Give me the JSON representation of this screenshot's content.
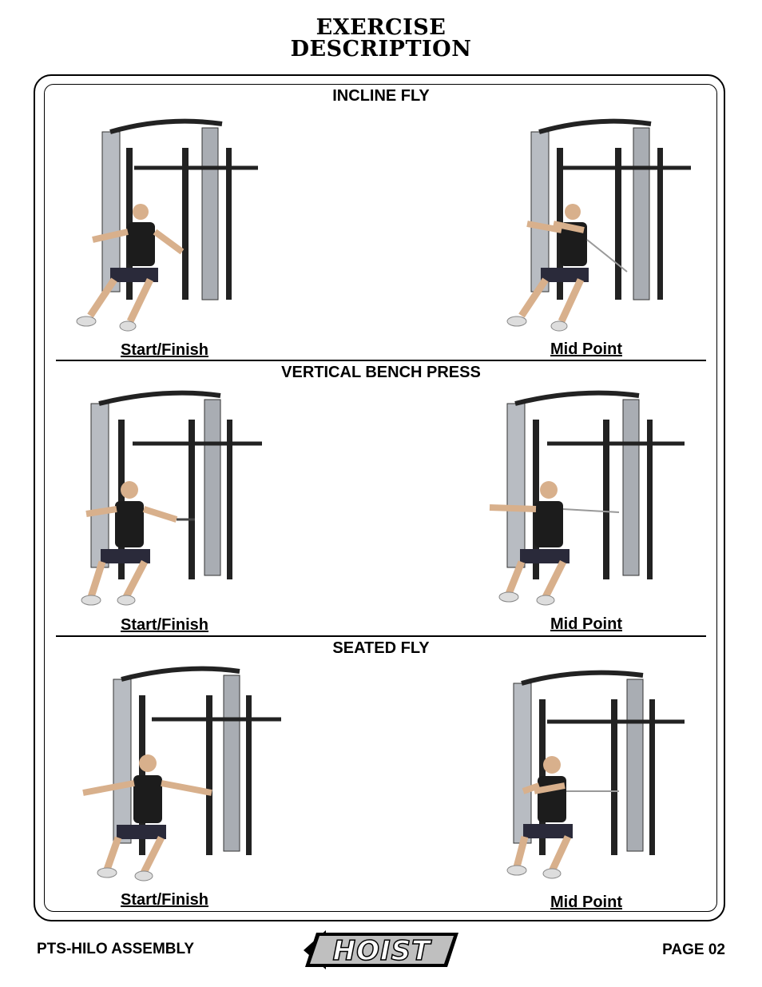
{
  "header": {
    "title_line1": "EXERCISE",
    "title_line2": "DESCRIPTION"
  },
  "sections": [
    {
      "title": "INCLINE FLY",
      "start_caption": "Start/Finish",
      "mid_caption": "Mid Point"
    },
    {
      "title": "VERTICAL BENCH PRESS",
      "start_caption": "Start/Finish",
      "mid_caption": "Mid Point"
    },
    {
      "title": "SEATED FLY",
      "start_caption": "Start/Finish",
      "mid_caption": "Mid Point"
    }
  ],
  "footer": {
    "left": "PTS-HILO ASSEMBLY",
    "right": "PAGE 02",
    "logo_text": "HOIST"
  },
  "icons": [
    "exercise-machine-photo",
    "hoist-logo"
  ]
}
